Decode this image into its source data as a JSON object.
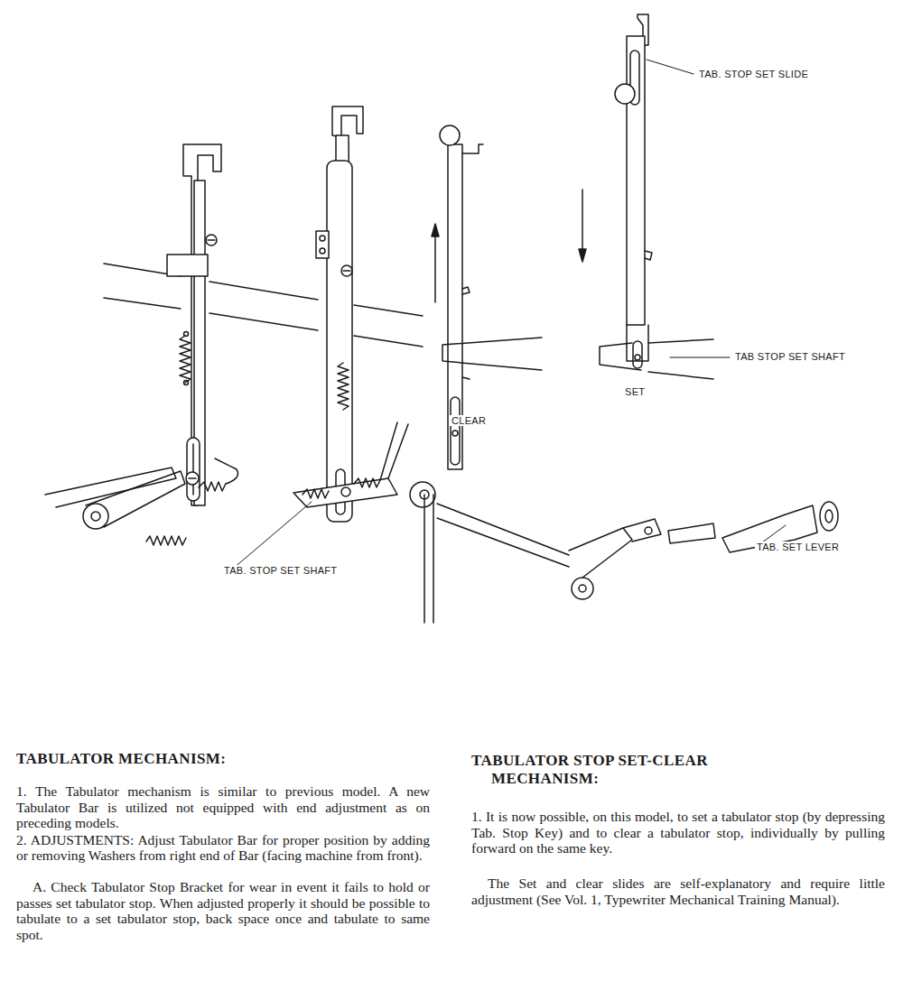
{
  "diagram": {
    "labels": [
      "TAB. STOP SET SLIDE",
      "CLEAR",
      "TAB STOP SET SHAFT",
      "SET",
      "TAB. SET LEVER",
      "TAB. STOP SET SHAFT",
      "TABULATOR MECHANISM:",
      "1. The Tabulator mechanism is similar to previous model. A new Tabulator Bar is utilized not equipped with end adjustment as on preceding models.",
      "2. ADJUSTMENTS: Adjust Tabulator Bar for proper position by adding or removing Washers from right end of Bar (facing machine from front).",
      "A. Check Tabulator Stop Bracket for wear in event it fails to hold or passes set tabulator stop. When adjusted properly it should be possible to tabulate to a set tabulator stop, back space once and tabulate to same spot.",
      "TABULATOR STOP SET-CLEAR MECHANISM:",
      "1. It is now possible, on this model, to set a tabulator stop (by depressing Tab. Stop Key) and to clear a tabulator stop, individually by pulling forward on the same key.",
      "The Set and clear slides are self-explanatory and require little adjustment (See Vol. 1, Typewriter Mechanical Training Manual)."
    ]
  }
}
